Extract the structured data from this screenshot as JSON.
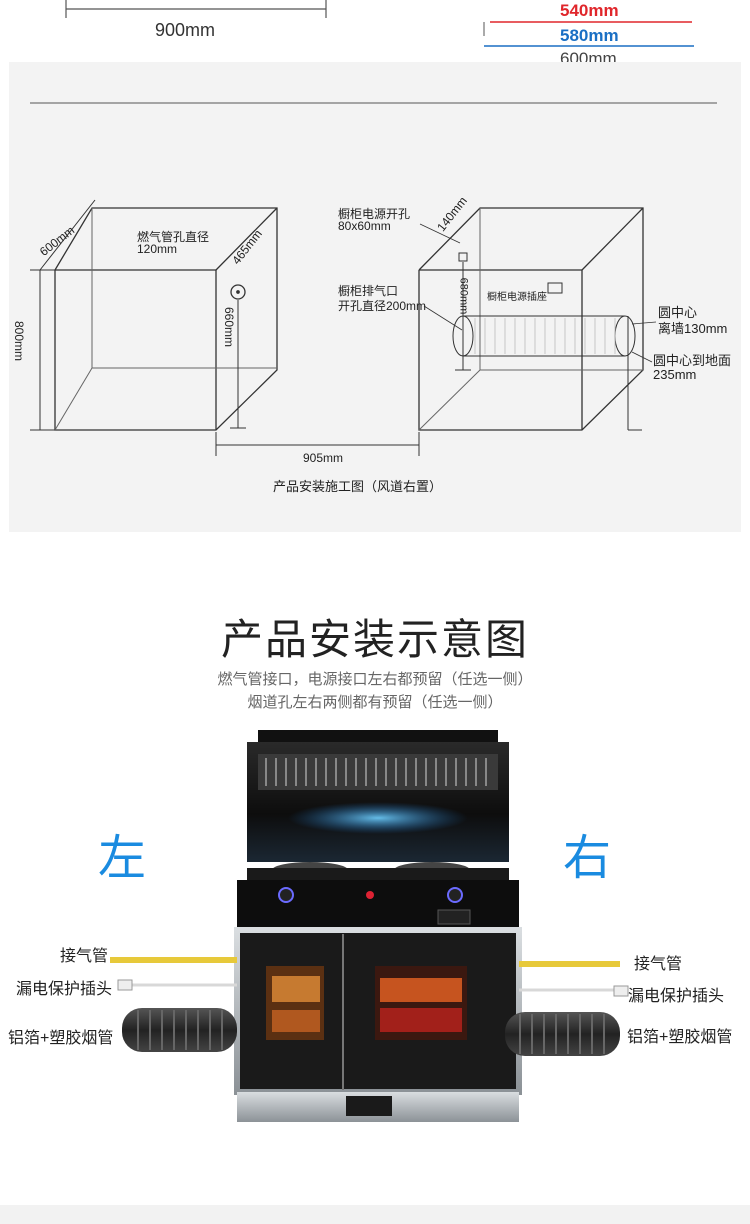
{
  "top": {
    "width_label": "900mm",
    "depth_540": "540mm",
    "depth_580": "580mm",
    "depth_600": "600mm"
  },
  "diagram": {
    "depth": "600mm",
    "height": "800mm",
    "gas_hole": "燃气管孔直径",
    "gas_hole_size": "120mm",
    "gas_offset": "465mm",
    "gas_height": "660mm",
    "power_hole": "橱柜电源开孔",
    "power_hole_size": "80x60mm",
    "power_offset": "140mm",
    "power_height": "680mm",
    "exhaust": "橱柜排气口",
    "exhaust_size": "开孔直径200mm",
    "socket": "橱柜电源插座",
    "center_wall_1": "圆中心",
    "center_wall_2": "离墙130mm",
    "center_floor_1": "圆中心到地面",
    "center_floor_2": "235mm",
    "gap": "905mm",
    "caption": "产品安装施工图（风道右置）"
  },
  "section2": {
    "title": "产品安装示意图",
    "line1": "燃气管接口，电源接口左右都预留（任选一侧）",
    "line2": "烟道孔左右两侧都有预留（任选一侧）",
    "left": "左",
    "right": "右",
    "gas_pipe": "接气管",
    "leak_plug": "漏电保护插头",
    "duct": "铝箔+塑胶烟管"
  },
  "colors": {
    "red": "#e0262b",
    "blue": "#1a6fc4",
    "side_blue": "#1a8be0",
    "panel_bg": "#f3f3f3"
  }
}
